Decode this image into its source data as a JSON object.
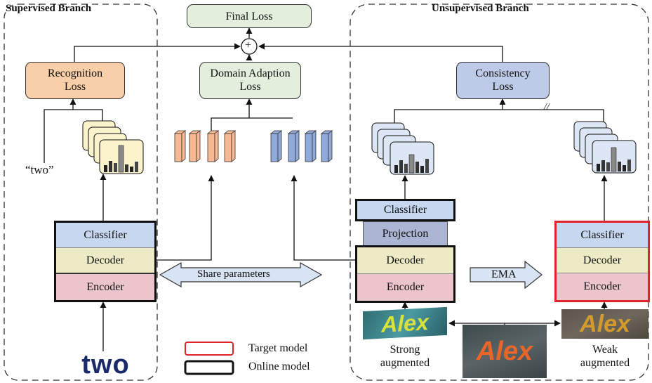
{
  "supervised_branch": {
    "title": "Supervised Branch",
    "recognition_loss": "Recognition\nLoss",
    "label_text": "“two”",
    "modules": [
      "Classifier",
      "Decoder",
      "Encoder"
    ],
    "input_word": "two"
  },
  "unsupervised_branch": {
    "title": "Unsupervised Branch",
    "consistency_loss": "Consistency\nLoss",
    "online_modules": [
      "Classifier",
      "Projection",
      "Decoder",
      "Encoder"
    ],
    "target_modules": [
      "Classifier",
      "Decoder",
      "Encoder"
    ],
    "ema_label": "EMA",
    "strong_label": "Strong\naugmented",
    "weak_label": "Weak\naugmented",
    "input_word": "Alex"
  },
  "center": {
    "final_loss": "Final Loss",
    "domain_adaption_loss": "Domain Adaption\nLoss",
    "share_parameters": "Share parameters",
    "plus_symbol": "+",
    "break_mark": "//"
  },
  "legend": {
    "target_model": "Target model",
    "online_model": "Online model"
  },
  "colors": {
    "loss_orange": "#f8cfa8",
    "loss_green": "#e3efdc",
    "loss_blue": "#bdcbe8",
    "classifier": "#c6d7ef",
    "decoder": "#ecebc6",
    "encoder": "#ebc4cc",
    "projection": "#aab6d4",
    "target_border": "#e0242c",
    "feature_orange": "#f8b892",
    "feature_blue": "#8fa9d8"
  }
}
